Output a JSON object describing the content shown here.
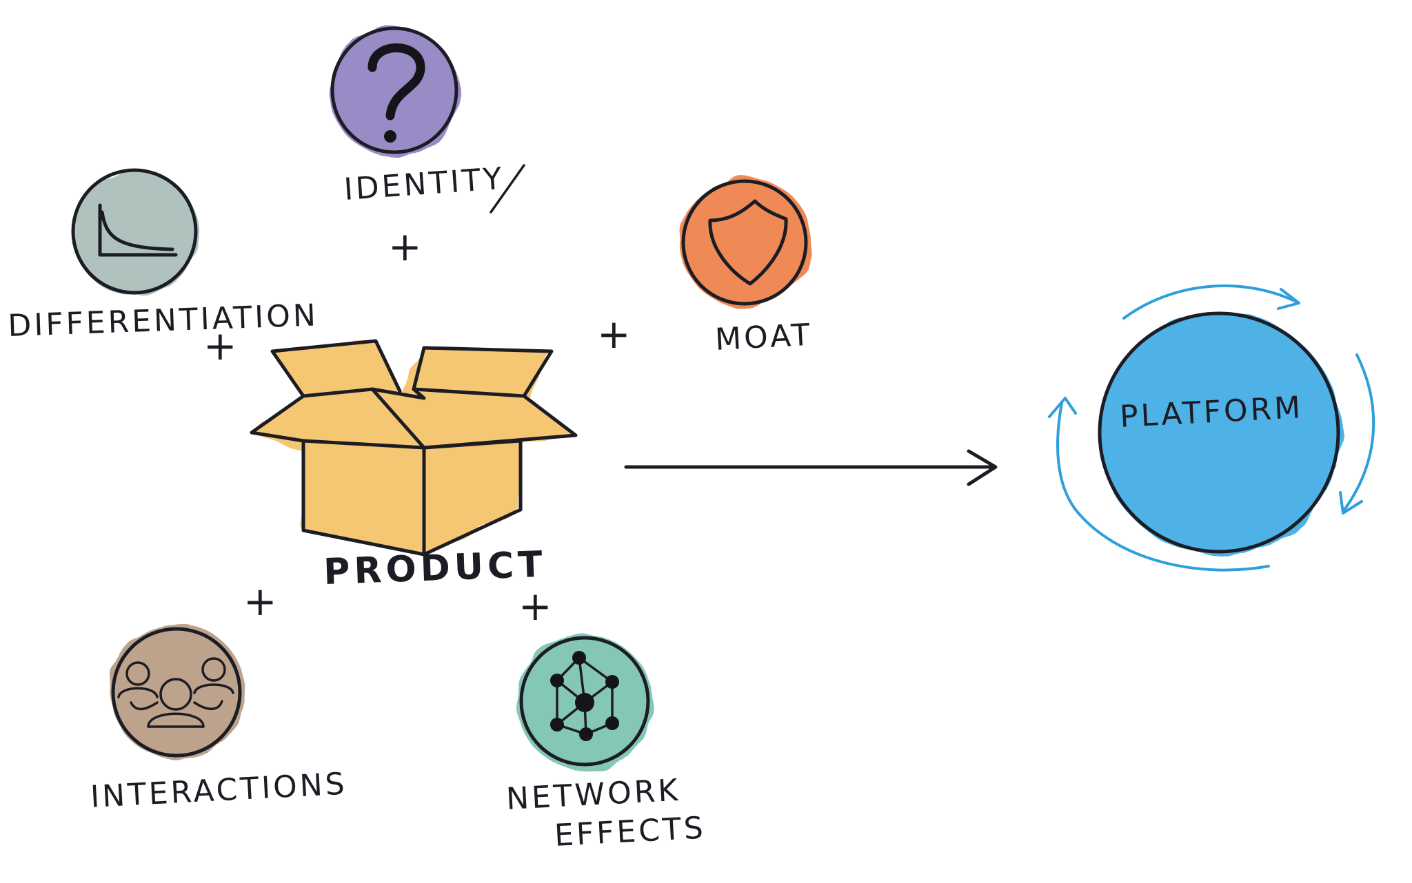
{
  "nodes": {
    "identity": {
      "label": "IDENTITY",
      "color": "#8e7fc0"
    },
    "differentiation": {
      "label": "DIFFERENTIATION",
      "color": "#a8bcb8"
    },
    "moat": {
      "label": "MOAT",
      "color": "#ee7e45"
    },
    "interactions": {
      "label": "INTERACTIONS",
      "color": "#b89a80"
    },
    "network_effects": {
      "label_line1": "NETWORK",
      "label_line2": "EFFECTS",
      "color": "#77c1ad"
    },
    "product": {
      "label": "PRODUCT",
      "color": "#f5be5a"
    },
    "platform": {
      "label": "PLATFORM",
      "color": "#44aee6"
    }
  },
  "plus_sign": "+",
  "icons": {
    "identity": "question-mark-icon",
    "differentiation": "declining-curve-chart-icon",
    "moat": "shield-icon",
    "interactions": "people-group-icon",
    "network_effects": "network-nodes-icon",
    "product": "open-cardboard-box-icon",
    "arrow": "right-arrow-icon",
    "cycle": "circular-arrows-icon"
  }
}
